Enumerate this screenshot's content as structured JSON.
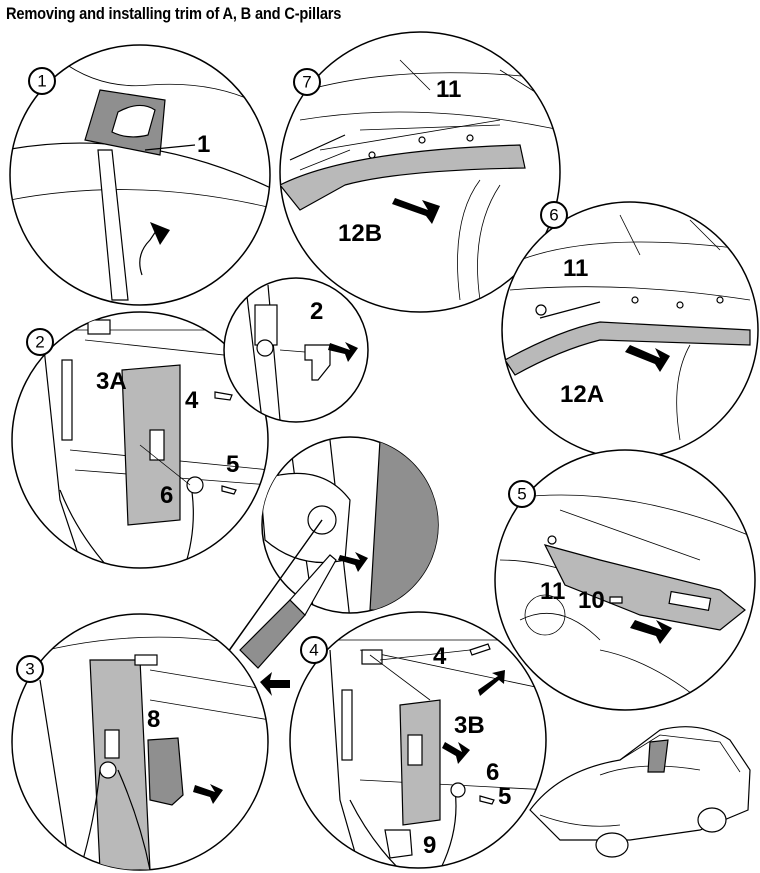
{
  "title": "Removing and installing trim of A, B and C-pillars",
  "steps": [
    {
      "number": "1",
      "parts": [
        "1"
      ]
    },
    {
      "number": "2",
      "parts": [
        "2",
        "3A",
        "4",
        "5",
        "6"
      ]
    },
    {
      "number": "3",
      "parts": [
        "8"
      ]
    },
    {
      "number": "4",
      "parts": [
        "4",
        "3B",
        "6",
        "5",
        "9"
      ]
    },
    {
      "number": "5",
      "parts": [
        "11",
        "10"
      ]
    },
    {
      "number": "6",
      "parts": [
        "11",
        "12A"
      ]
    },
    {
      "number": "7",
      "parts": [
        "11",
        "12B"
      ]
    }
  ]
}
